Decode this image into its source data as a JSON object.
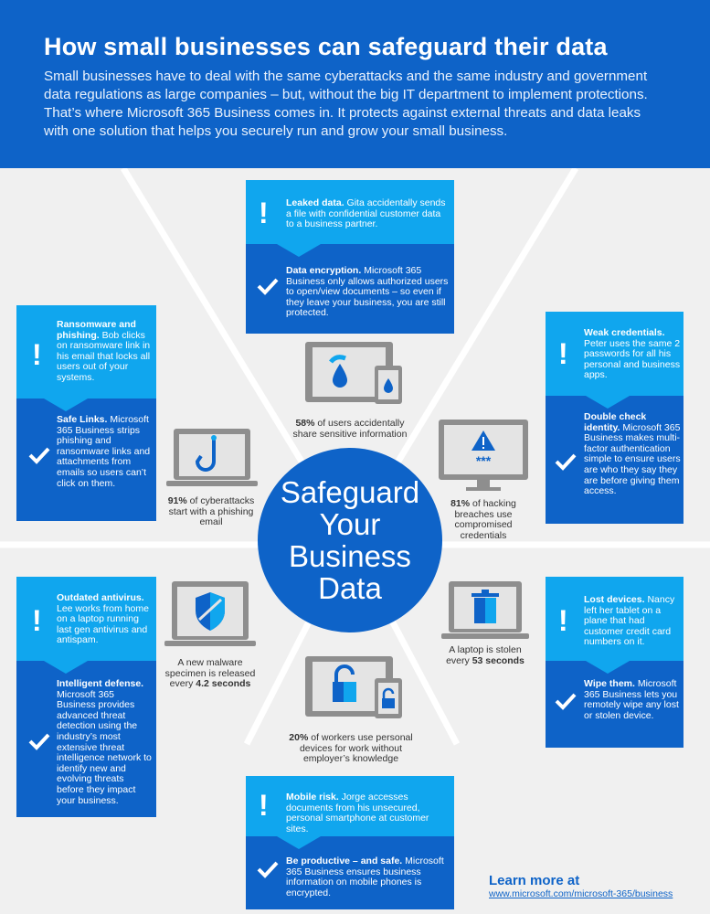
{
  "header": {
    "title": "How small businesses can safeguard their data",
    "intro": "Small businesses have to deal with the same cyberattacks and the same industry and government data regulations as large companies – but, without the big IT department to implement protections. That’s where Microsoft 365 Business comes in. It protects against external threats and data leaks with one solution that helps you securely run and grow your small business."
  },
  "center": {
    "line1": "Safeguard",
    "line2": "Your",
    "line3": "Business",
    "line4": "Data"
  },
  "colors": {
    "dark_blue": "#0e63c8",
    "light_blue": "#10a6ee",
    "background": "#f0f0f0",
    "device_gray": "#8e8e8e"
  },
  "cards": {
    "leaked": {
      "threat_title": "Leaked data.",
      "threat_text": "Gita accidentally sends a file with confidential customer data to a business partner.",
      "solution_title": "Data encryption.",
      "solution_text": "Microsoft 365 Business only allows authorized users to open/view documents – so even if they leave your business, you are still protected."
    },
    "ransomware": {
      "threat_title": "Ransomware and phishing.",
      "threat_text": "Bob clicks on ransomware link in his email that locks all users out of your systems.",
      "solution_title": "Safe Links.",
      "solution_text": "Microsoft 365 Business strips phishing and ransomware links and attachments from emails so users can’t click on them."
    },
    "weak": {
      "threat_title": "Weak credentials.",
      "threat_text": "Peter uses the same 2 passwords for all his personal and business apps.",
      "solution_title": "Double check identity.",
      "solution_text": "Microsoft 365 Business makes multi-factor authentication simple to ensure users are who they say they are before giving them access."
    },
    "antivirus": {
      "threat_title": "Outdated antivirus.",
      "threat_text": "Lee works from home on a laptop running last gen antivirus and antispam.",
      "solution_title": "Intelligent defense.",
      "solution_text": "Microsoft 365 Business provides advanced threat detection using the industry’s most extensive threat intelligence network to identify new and evolving threats before they impact your business."
    },
    "lost": {
      "threat_title": "Lost devices.",
      "threat_text": "Nancy left her tablet on a plane that had customer credit card numbers on it.",
      "solution_title": "Wipe them.",
      "solution_text": "Microsoft 365 Business lets you remotely wipe any lost or stolen device."
    },
    "mobile": {
      "threat_title": "Mobile risk.",
      "threat_text": "Jorge accesses documents from his unsecured, personal smartphone at customer sites.",
      "solution_title": "Be productive – and safe.",
      "solution_text": "Microsoft 365 Business ensures business information on mobile phones is encrypted."
    }
  },
  "stats": {
    "share": {
      "value": "58%",
      "text": " of users accidentally share sensitive information"
    },
    "phishing": {
      "value": "91%",
      "text": " of cyberattacks start with a phishing email"
    },
    "hacking": {
      "value": "81%",
      "text": " of hacking breaches use compromised credentials"
    },
    "malware": {
      "text": "A new malware specimen is released every ",
      "value": "4.2 seconds"
    },
    "laptop": {
      "text": "A laptop is stolen every ",
      "value": "53 seconds"
    },
    "personal": {
      "value": "20%",
      "text": " of workers use personal devices for work without employer’s knowledge"
    }
  },
  "icons": {
    "threat": "exclamation-icon",
    "solution": "checkmark-icon",
    "share": "water-drop-icon",
    "phishing": "fish-hook-icon",
    "hacking": "warning-password-icon",
    "malware": "shield-icon",
    "laptop": "trash-can-icon",
    "personal": "open-padlock-icon"
  },
  "footer": {
    "learn_more": "Learn more at",
    "url": "www.microsoft.com/microsoft-365/business"
  }
}
